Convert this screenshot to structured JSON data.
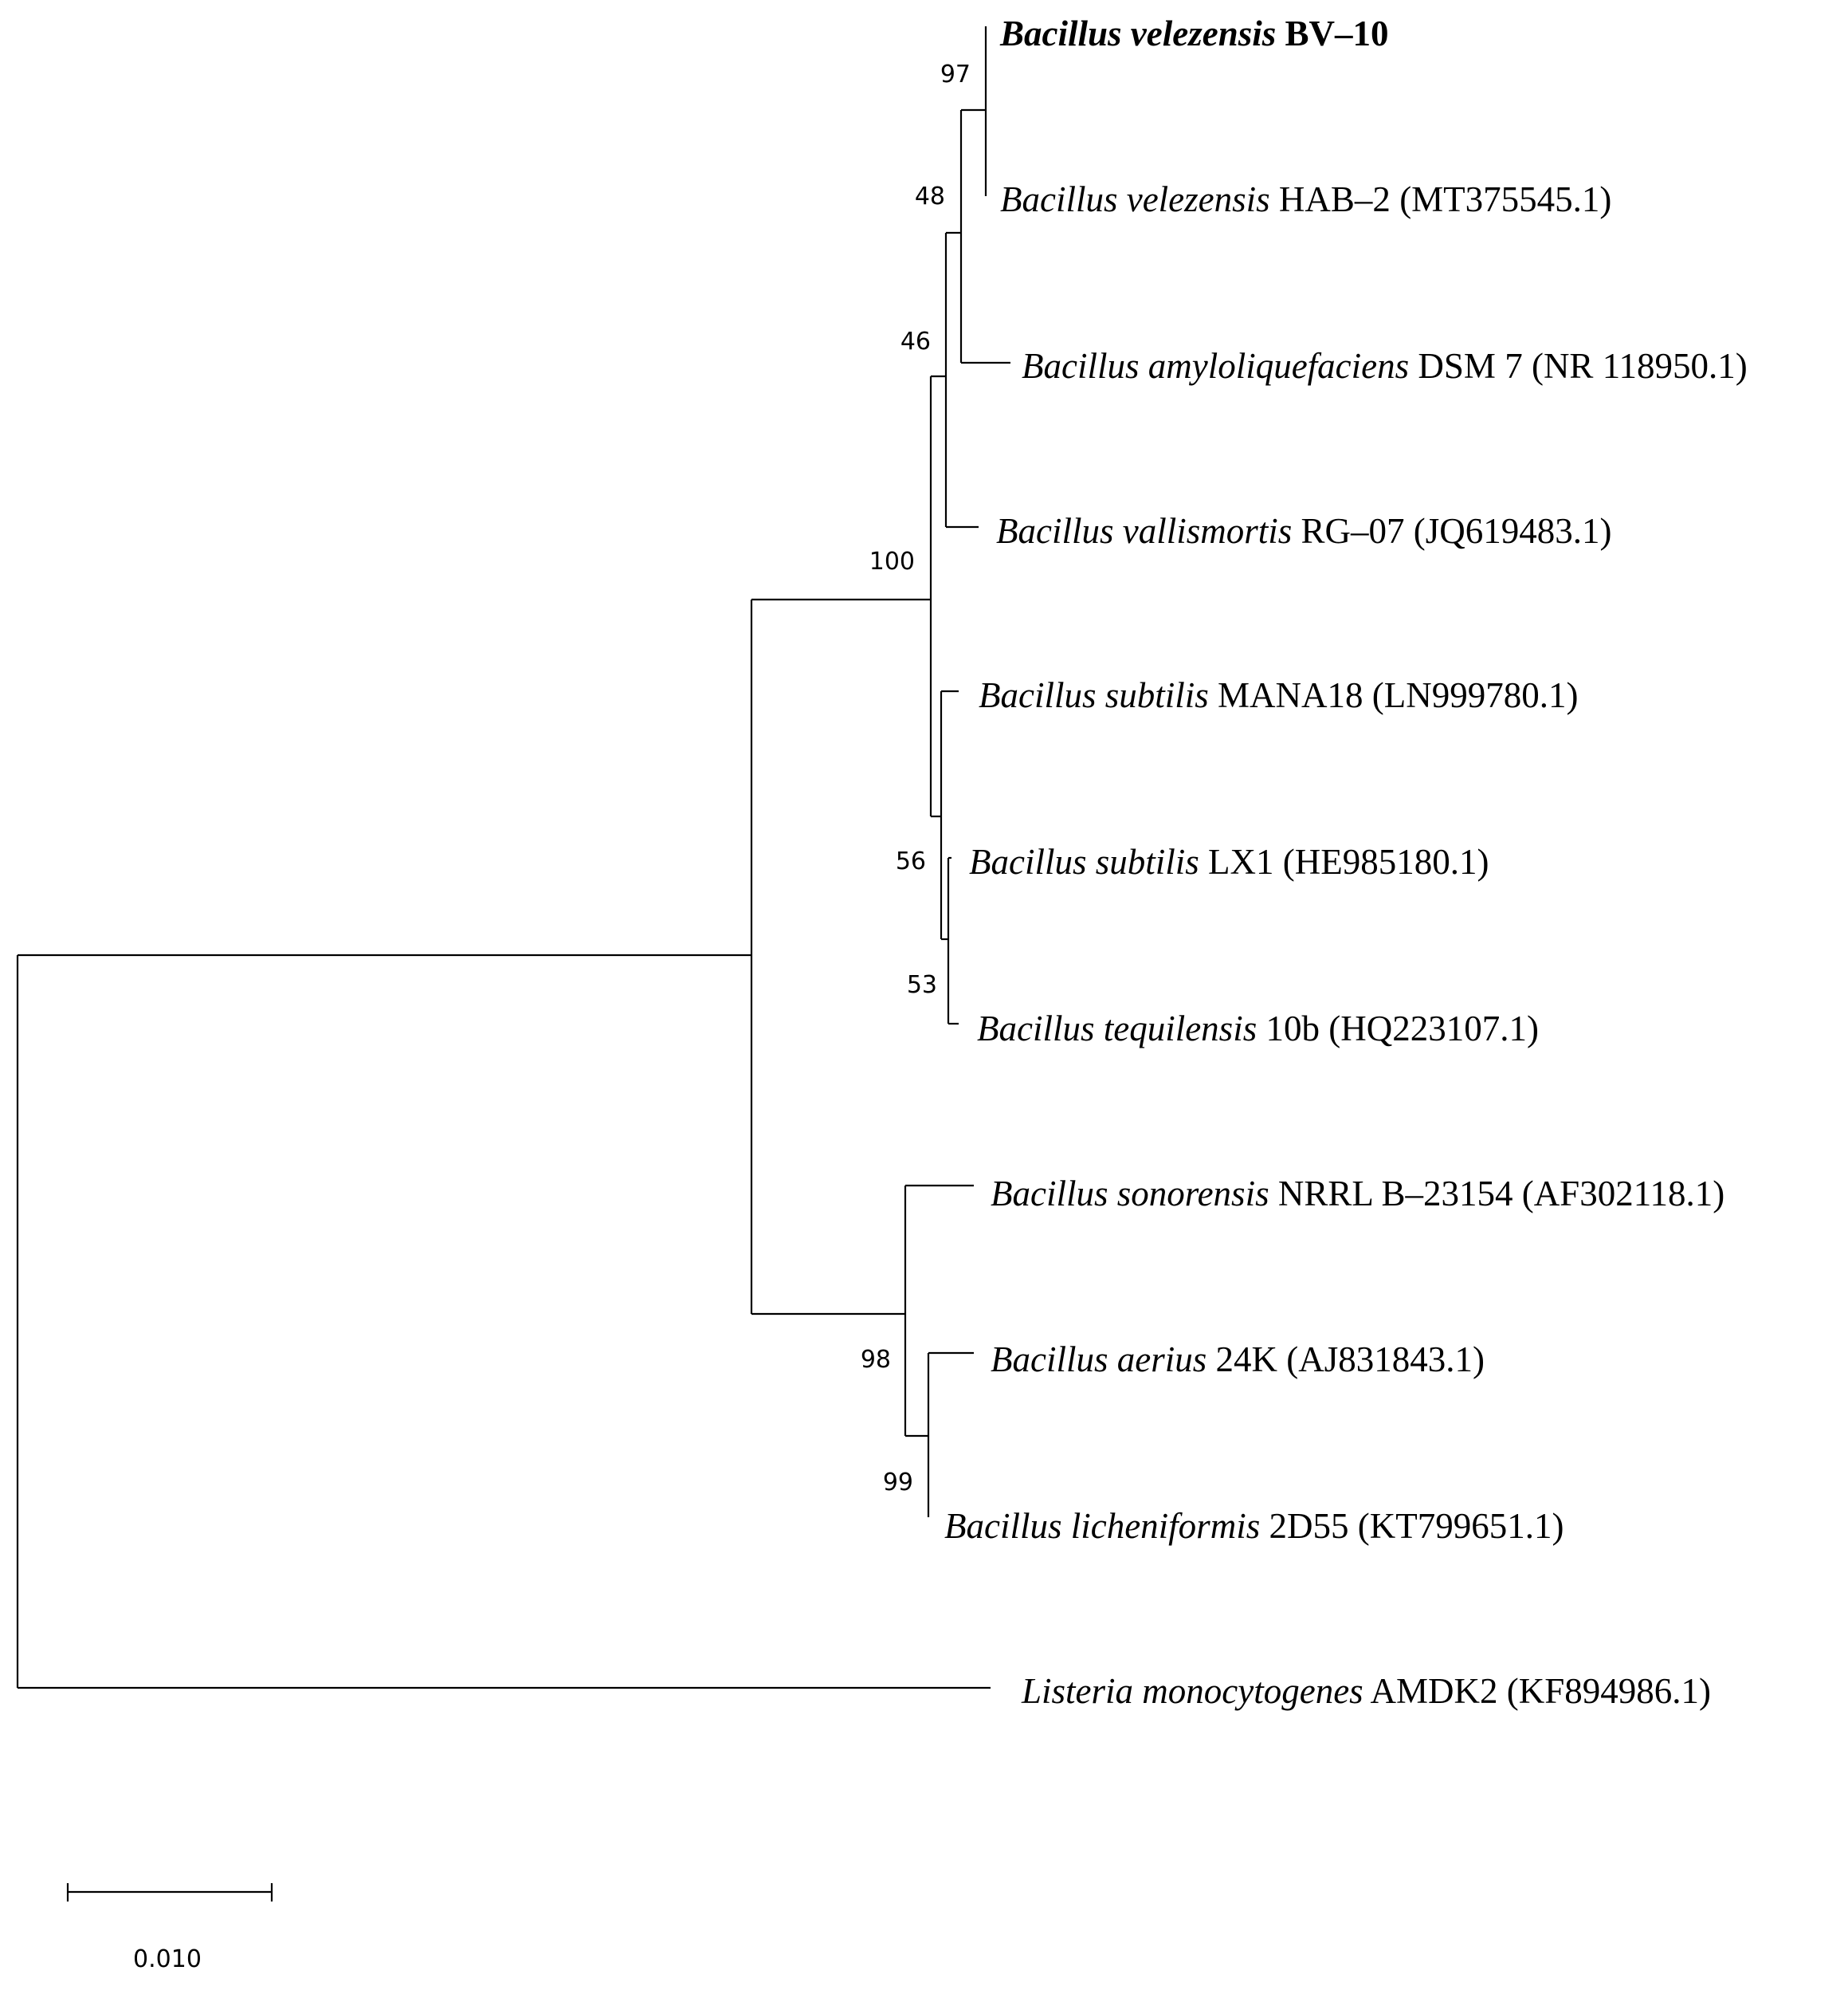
{
  "taxa": {
    "bv10": {
      "species": "Bacillus velezensis",
      "strain": "BV–10",
      "accession": ""
    },
    "hab2": {
      "species": "Bacillus velezensis",
      "strain": "HAB–2",
      "accession": "(MT375545.1)"
    },
    "dsm7": {
      "species": "Bacillus amyloliquefaciens",
      "strain": "DSM 7",
      "accession": "(NR 118950.1)"
    },
    "rg07": {
      "species": "Bacillus vallismortis",
      "strain": "RG–07",
      "accession": "(JQ619483.1)"
    },
    "mana18": {
      "species": "Bacillus subtilis",
      "strain": "MANA18",
      "accession": "(LN999780.1)"
    },
    "lx1": {
      "species": "Bacillus subtilis",
      "strain": "LX1",
      "accession": "(HE985180.1)"
    },
    "b10b": {
      "species": "Bacillus tequilensis",
      "strain": "10b",
      "accession": "(HQ223107.1)"
    },
    "nrrl": {
      "species": "Bacillus sonorensis",
      "strain": "NRRL B–23154",
      "accession": "(AF302118.1)"
    },
    "k24": {
      "species": "Bacillus aerius",
      "strain": "24K",
      "accession": "(AJ831843.1)"
    },
    "d255": {
      "species": "Bacillus licheniformis",
      "strain": "2D55",
      "accession": "(KT799651.1)"
    },
    "amdk2": {
      "species": "Listeria monocytogenes",
      "strain": "AMDK2",
      "accession": "(KF894986.1)"
    }
  },
  "bootstrap": {
    "n97": "97",
    "n48": "48",
    "n46": "46",
    "n100": "100",
    "n56": "56",
    "n53": "53",
    "n98": "98",
    "n99": "99"
  },
  "scale_bar": {
    "label": "0.010",
    "length": 0.01
  },
  "tree": {
    "newick": "((((((Bacillus velezensis BV-10,Bacillus velezensis HAB-2)97,Bacillus amyloliquefaciens DSM 7)48,Bacillus vallismortis RG-07)46,(Bacillus subtilis MANA18,(Bacillus subtilis LX1,Bacillus tequilensis 10b)53)56)100,(Bacillus sonorensis NRRL B-23154,(Bacillus aerius 24K,Bacillus licheniformis 2D55)99)98),Listeria monocytogenes AMDK2);",
    "outgroup": "Listeria monocytogenes AMDK2"
  }
}
